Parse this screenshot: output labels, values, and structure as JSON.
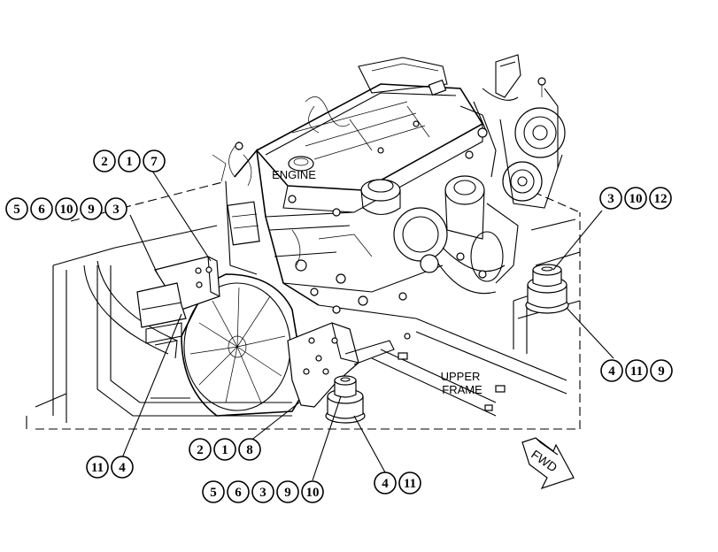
{
  "labels": {
    "engine": "ENGINE",
    "upper_frame_line1": "UPPER",
    "upper_frame_line2": "FRAME",
    "fwd": "FWD"
  },
  "callouts": {
    "g217": [
      "2",
      "1",
      "7"
    ],
    "g560": [
      "5",
      "6",
      "10",
      "9",
      "3"
    ],
    "g3012": [
      "3",
      "10",
      "12"
    ],
    "g4119": [
      "4",
      "11",
      "9"
    ],
    "g114": [
      "11",
      "4"
    ],
    "g218": [
      "2",
      "1",
      "8"
    ],
    "g56390": [
      "5",
      "6",
      "3",
      "9",
      "10"
    ],
    "g411": [
      "4",
      "11"
    ]
  }
}
